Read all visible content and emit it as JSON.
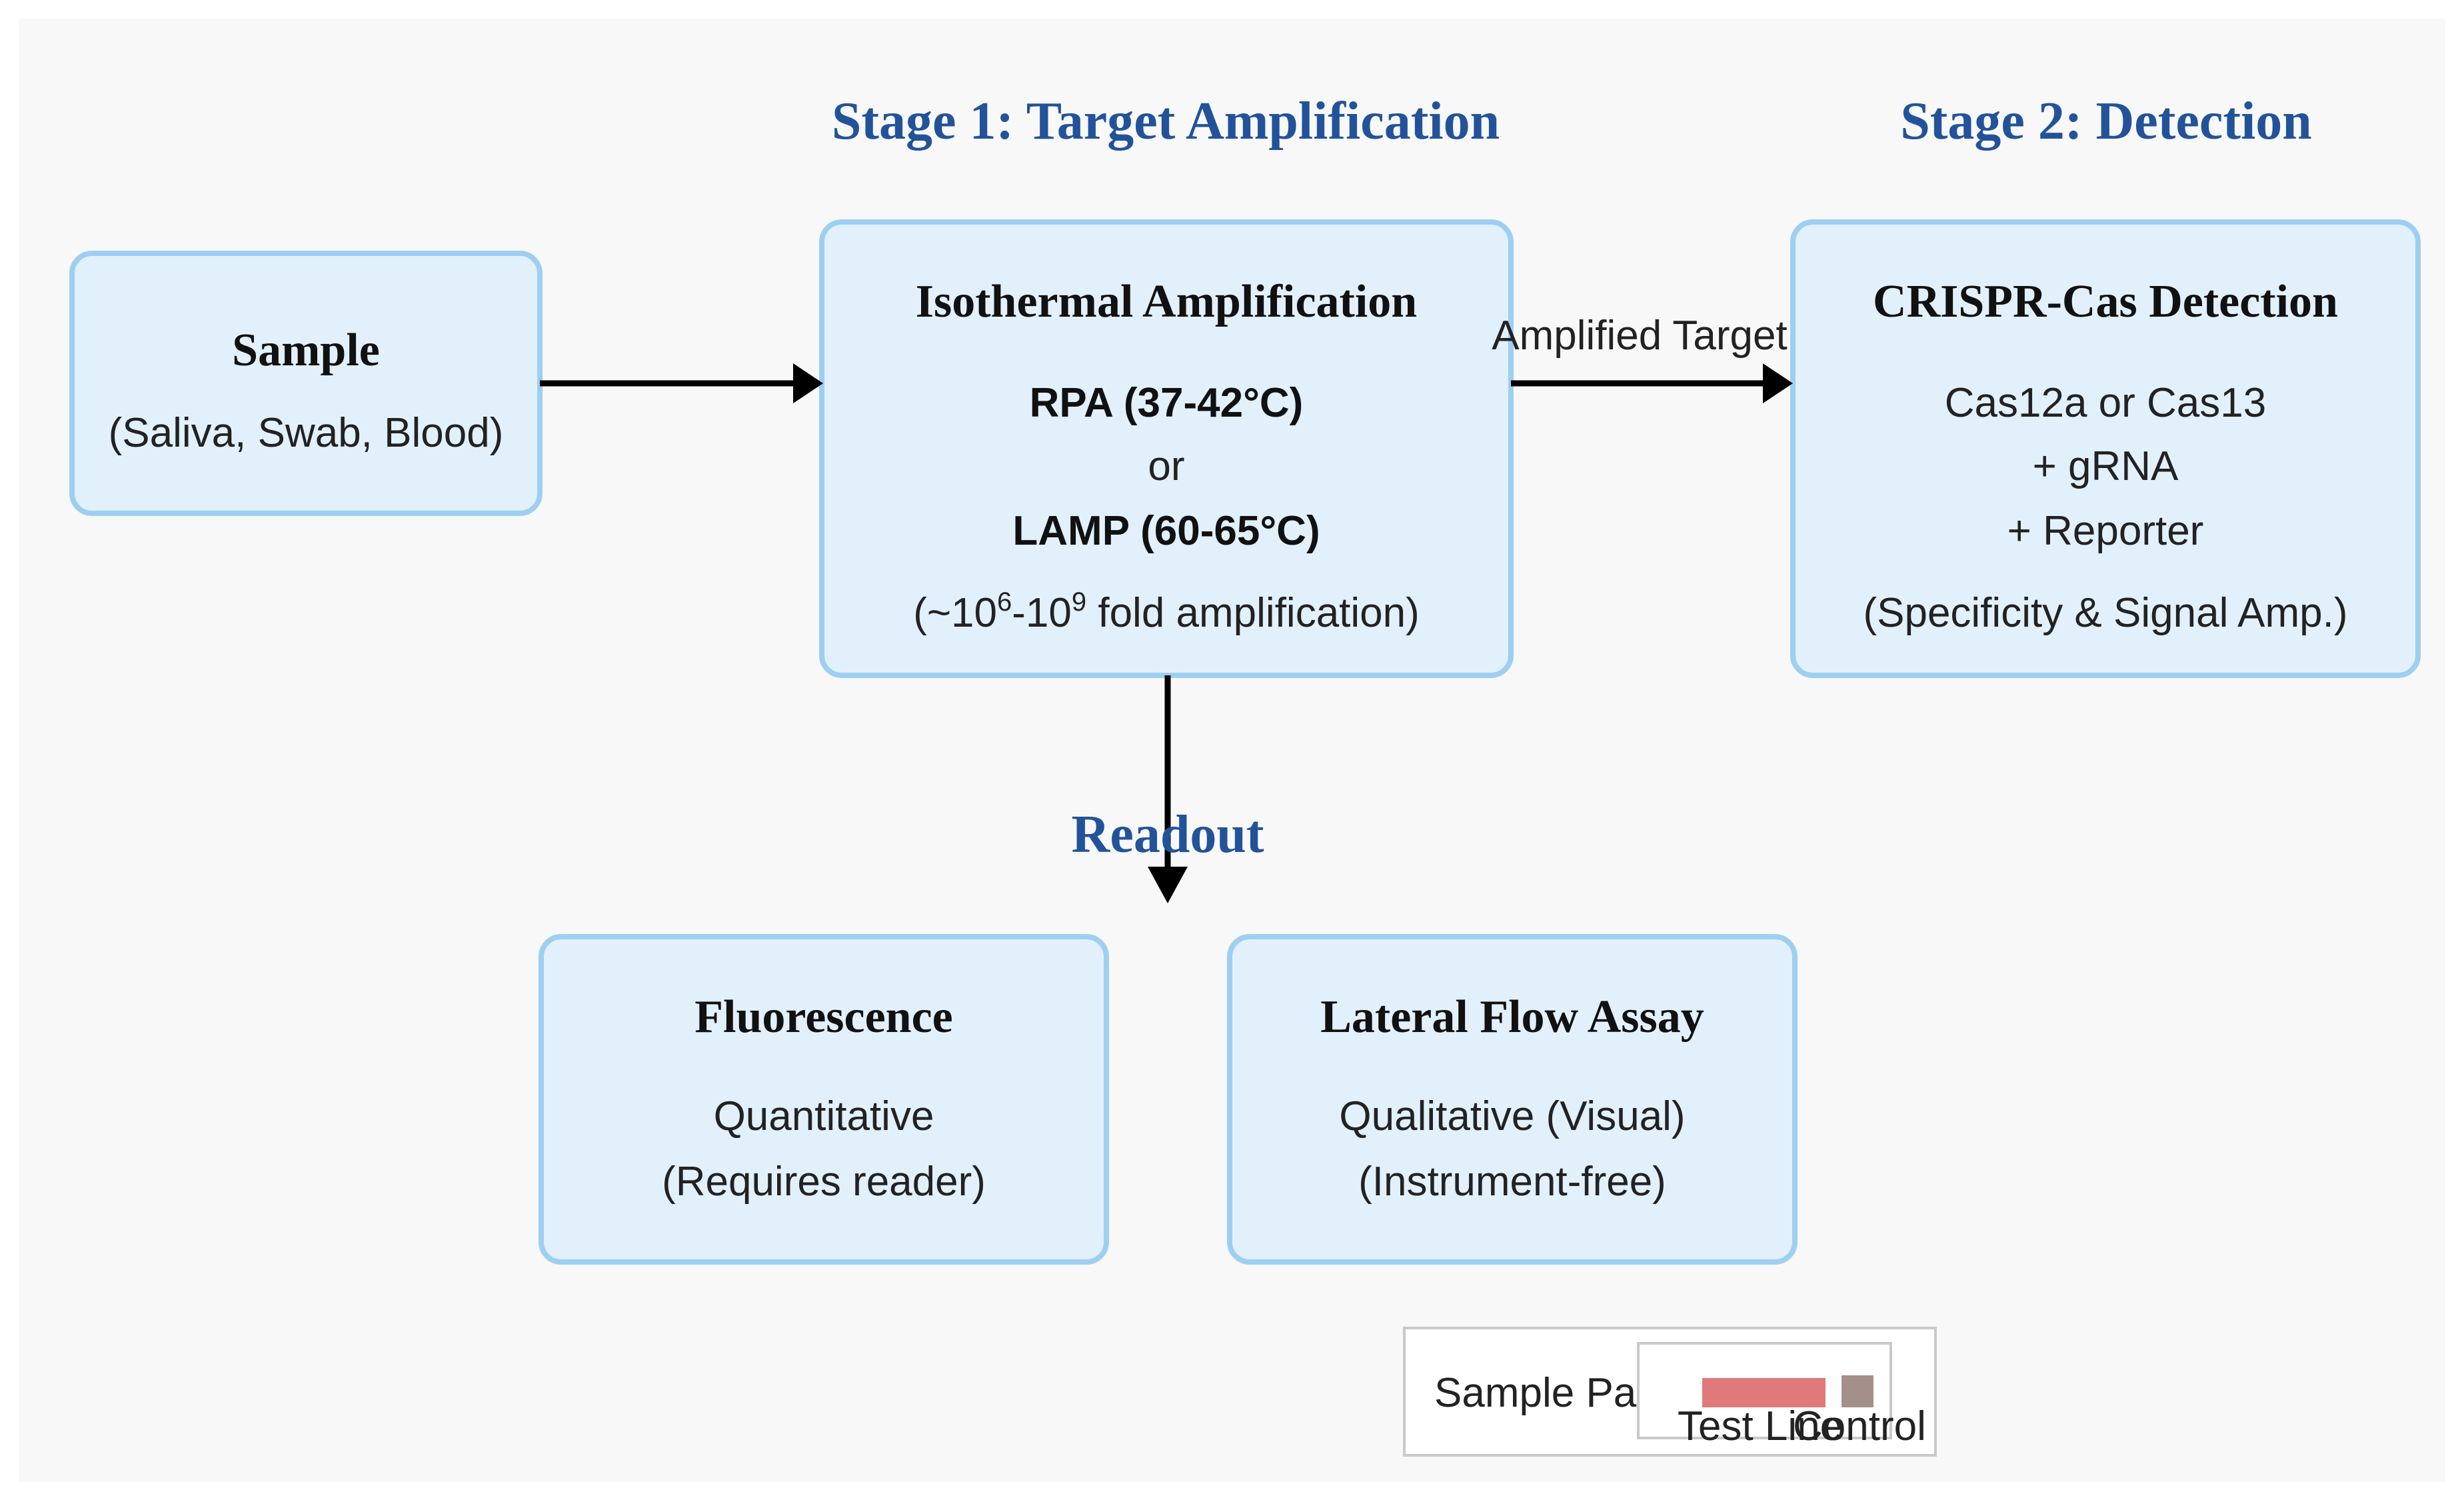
{
  "stages": {
    "stage1": "Stage 1: Target Amplification",
    "stage2": "Stage 2: Detection",
    "readout": "Readout"
  },
  "boxes": {
    "sample": {
      "title": "Sample",
      "line1": "(Saliva, Swab, Blood)"
    },
    "amplification": {
      "title": "Isothermal Amplification",
      "line1": "RPA (37-42°C)",
      "line2": "or",
      "line3": "LAMP (60-65°C)",
      "line4_prefix": "(~10",
      "line4_sup1": "6",
      "line4_mid": "-10",
      "line4_sup2": "9",
      "line4_suffix": " fold amplification)"
    },
    "detection": {
      "title": "CRISPR-Cas Detection",
      "line1": "Cas12a or Cas13",
      "line2": "+ gRNA",
      "line3": "+ Reporter",
      "line4": "(Specificity & Signal Amp.)"
    },
    "fluorescence": {
      "title": "Fluorescence",
      "line1": "Quantitative",
      "line2": "(Requires reader)"
    },
    "lateral_flow": {
      "title": "Lateral Flow Assay",
      "line1": "Qualitative (Visual)",
      "line2": "(Instrument-free)"
    }
  },
  "edges": {
    "amplified_target": "Amplified Target"
  },
  "legend": {
    "sample_pad": "Sample Pa",
    "test_line": "Test Line",
    "control": "Control",
    "test_line_color": "#e07a7a",
    "control_color": "#a4908a"
  },
  "colors": {
    "stage_text": "#22539a",
    "box_fill": "#e2f0fc",
    "box_stroke": "#9dcff1",
    "background": "#f8f8f8"
  }
}
